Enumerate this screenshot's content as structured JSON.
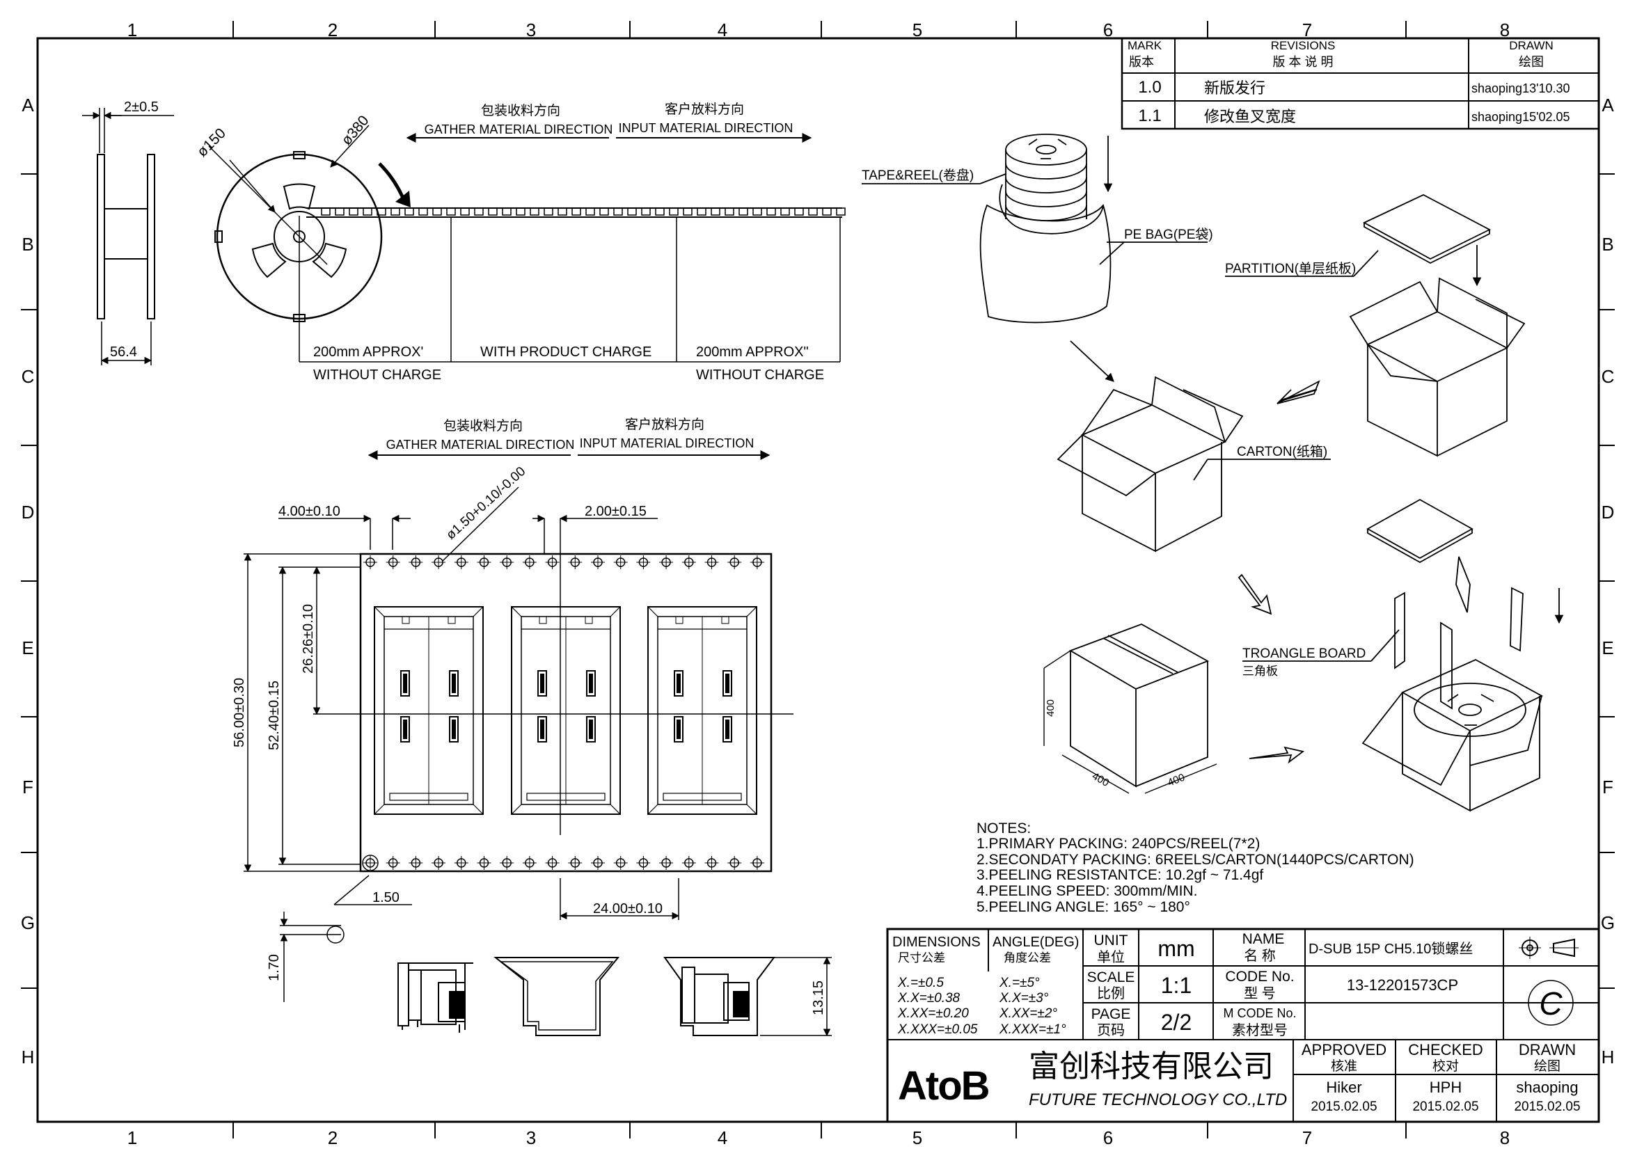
{
  "grid": {
    "columns": [
      "1",
      "2",
      "3",
      "4",
      "5",
      "6",
      "7",
      "8"
    ],
    "rows": [
      "A",
      "B",
      "C",
      "D",
      "E",
      "F",
      "G",
      "H"
    ]
  },
  "revisions": {
    "head_mark": "MARK",
    "head_mark_cn": "版本",
    "head_rev": "REVISIONS",
    "head_rev_cn": "版  本  说  明",
    "head_drawn": "DRAWN",
    "head_drawn_cn": "绘图",
    "rows": [
      {
        "mark": "1.0",
        "desc": "新版发行",
        "drawn": "shaoping13'10.30"
      },
      {
        "mark": "1.1",
        "desc": "修改鱼叉宽度",
        "drawn": "shaoping15'02.05"
      }
    ]
  },
  "reel": {
    "gather_cn": "包装收料方向",
    "gather_en": "GATHER MATERIAL DIRECTION",
    "input_cn": "客户放料方向",
    "input_en": "INPUT MATERIAL DIRECTION",
    "dim_hub": "2±0.5",
    "dim_width": "56.4",
    "dia_150": "ø150",
    "dia_380": "ø380",
    "leader_left": "200mm  APPROX'",
    "leader_left_sub": "WITHOUT  CHARGE",
    "with_product": "WITH  PRODUCT  CHARGE",
    "leader_right": "200mm  APPROX\"",
    "leader_right_sub": "WITHOUT  CHARGE"
  },
  "tape": {
    "gather_cn": "包装收料方向",
    "gather_en": "GATHER MATERIAL DIRECTION",
    "input_cn": "客户放料方向",
    "input_en": "INPUT MATERIAL DIRECTION",
    "dim_hole_pitch": "4.00±0.10",
    "dim_hole_dia": "ø1.50+0.10/-0.00",
    "dim_pocket_gap": "2.00±0.15",
    "dim_26": "26.26±0.10",
    "dim_56": "56.00±0.30",
    "dim_52": "52.40±0.15",
    "dim_150": "1.50",
    "dim_24": "24.00±0.10",
    "dim_170": "1.70",
    "dim_1315": "13.15"
  },
  "packing": {
    "tape_reel": "TAPE&REEL(卷盘)",
    "pe_bag": "PE  BAG(PE袋)",
    "partition": "PARTITION(单层纸板)",
    "carton": "CARTON(纸箱)",
    "triangle_en": "TROANGLE  BOARD",
    "triangle_cn": "三角板",
    "box_dim_h": "400",
    "box_dim_w": "400",
    "box_dim_d": "400"
  },
  "notes": {
    "title": "NOTES:",
    "lines": [
      "1.PRIMARY  PACKING:  240PCS/REEL(7*2)",
      "2.SECONDATY  PACKING:  6REELS/CARTON(1440PCS/CARTON)",
      "3.PEELING  RESISTANTCE:  10.2gf  ~  71.4gf",
      "4.PEELING  SPEED:  300mm/MIN.",
      "5.PEELING  ANGLE:  165°  ~  180°"
    ]
  },
  "title_block": {
    "dimensions": "DIMENSIONS",
    "dimensions_cn": "尺寸公差",
    "angle": "ANGLE(DEG)",
    "angle_cn": "角度公差",
    "tol": [
      "X.=±0.5",
      "X.X=±0.38",
      "X.XX=±0.20",
      "X.XXX=±0.05"
    ],
    "ang": [
      "X.=±5°",
      "X.X=±3°",
      "X.XX=±2°",
      "X.XXX=±1°"
    ],
    "unit": "UNIT",
    "unit_cn": "单位",
    "unit_val": "mm",
    "scale": "SCALE",
    "scale_cn": "比例",
    "scale_val": "1:1",
    "page": "PAGE",
    "page_cn": "页码",
    "page_val": "2/2",
    "name": "NAME",
    "name_cn": "名    称",
    "name_val": "D-SUB 15P CH5.10锁螺丝",
    "code": "CODE  No.",
    "code_cn": "型    号",
    "code_val": "13-12201573CP",
    "mcode": "M CODE No.",
    "mcode_cn": "素材型号",
    "rev_letter": "C",
    "logo": "AtoB",
    "company_cn": "富创科技有限公司",
    "company_en": "FUTURE  TECHNOLOGY  CO.,LTD",
    "approved": "APPROVED",
    "approved_cn": "核准",
    "checked": "CHECKED",
    "checked_cn": "校对",
    "drawn": "DRAWN",
    "drawn_cn": "绘图",
    "approved_by": "Hiker",
    "checked_by": "HPH",
    "drawn_by": "shaoping",
    "approved_date": "2015.02.05",
    "checked_date": "2015.02.05",
    "drawn_date": "2015.02.05"
  }
}
